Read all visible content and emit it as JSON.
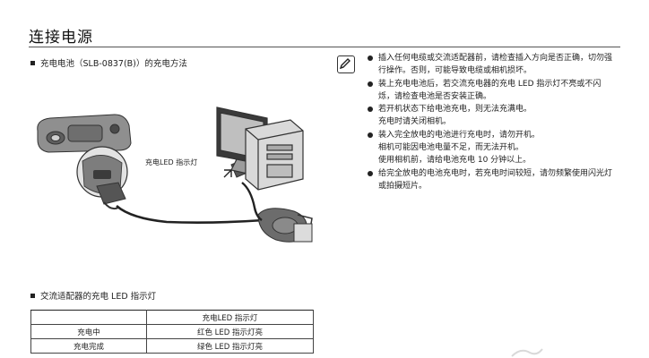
{
  "page": {
    "title": "连接电源"
  },
  "section1": {
    "heading": "充电电池（SLB-0837(B)）的充电方法"
  },
  "illustration": {
    "callout_label": "充电LED 指示灯"
  },
  "notes": {
    "icon": "note-pencil-icon",
    "items": [
      {
        "lines": [
          "插入任何电缆或交流适配器前，请检查插入方向是否正确，切勿强",
          "行操作。否则，可能导致电缆或相机损坏。"
        ]
      },
      {
        "lines": [
          "装上充电电池后，若交流充电器的充电 LED 指示灯不亮或不闪",
          "烁，请检查电池是否安装正确。"
        ]
      },
      {
        "lines": [
          "若开机状态下给电池充电，则无法充满电。",
          "充电时请关闭相机。"
        ]
      },
      {
        "lines": [
          "装入完全放电的电池进行充电时，请勿开机。",
          "相机可能因电池电量不足，而无法开机。",
          "使用相机前，请给电池充电 10 分钟以上。"
        ]
      },
      {
        "lines": [
          "给完全放电的电池充电时，若充电时间较短，请勿频繁使用闪光灯",
          "或拍摄短片。"
        ]
      }
    ]
  },
  "section2": {
    "heading": "交流适配器的充电 LED 指示灯"
  },
  "led_table": {
    "header": [
      "",
      "充电LED 指示灯"
    ],
    "rows": [
      [
        "充电中",
        "红色 LED 指示灯亮"
      ],
      [
        "充电完成",
        "绿色 LED 指示灯亮"
      ]
    ]
  }
}
